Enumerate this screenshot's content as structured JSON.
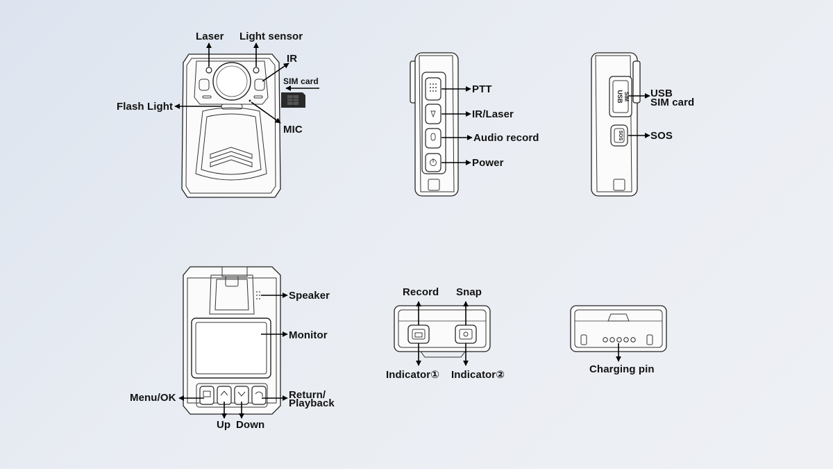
{
  "labels": {
    "laser": "Laser",
    "light_sensor": "Light sensor",
    "ir": "IR",
    "sim_card_front": "SIM card",
    "flash_light": "Flash Light",
    "mic": "MIC",
    "ptt": "PTT",
    "ir_laser": "IR/Laser",
    "audio_record": "Audio record",
    "power": "Power",
    "usb": "USB",
    "sim_card_side": "SIM card",
    "sos": "SOS",
    "speaker": "Speaker",
    "monitor": "Monitor",
    "menu_ok": "Menu/OK",
    "return_line1": "Return/",
    "return_line2": "Playback",
    "up": "Up",
    "down": "Down",
    "record": "Record",
    "snap": "Snap",
    "indicator1": "Indicator①",
    "indicator2": "Indicator②",
    "charging_pin": "Charging pin",
    "usb_port_text": "USB",
    "sim_port_text": "SIM",
    "sos_button_text": "SOS"
  }
}
